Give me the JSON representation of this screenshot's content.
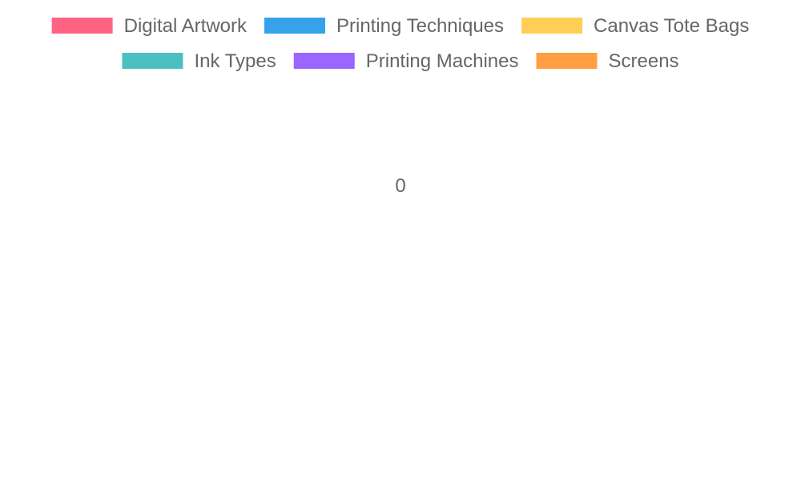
{
  "chart_data": {
    "type": "pie",
    "legend_position": "top",
    "series": [
      {
        "name": "Digital Artwork",
        "color": "#ff6384",
        "value": 0
      },
      {
        "name": "Printing Techniques",
        "color": "#36a2eb",
        "value": 0
      },
      {
        "name": "Canvas Tote Bags",
        "color": "#ffce56",
        "value": 0
      },
      {
        "name": "Ink Types",
        "color": "#4bc0c0",
        "value": 0
      },
      {
        "name": "Printing Machines",
        "color": "#9966ff",
        "value": 0
      },
      {
        "name": "Screens",
        "color": "#ff9f40",
        "value": 0
      }
    ],
    "tick_label": "0"
  }
}
